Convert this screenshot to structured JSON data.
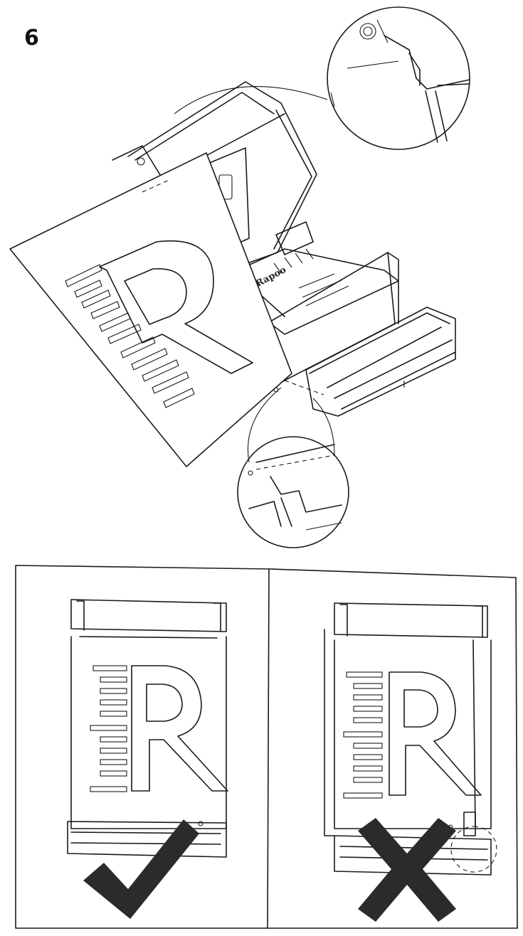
{
  "step": {
    "number": "6"
  },
  "device": {
    "brand_label": "Rapoo"
  },
  "panels": [
    {
      "name": "correct",
      "result_icon": "check-mark-icon",
      "highlight": false
    },
    {
      "name": "incorrect",
      "result_icon": "cross-mark-icon",
      "highlight": true
    }
  ],
  "colors": {
    "line": "#1a1a1a",
    "mark": "#2b2b2b",
    "background": "#ffffff"
  }
}
